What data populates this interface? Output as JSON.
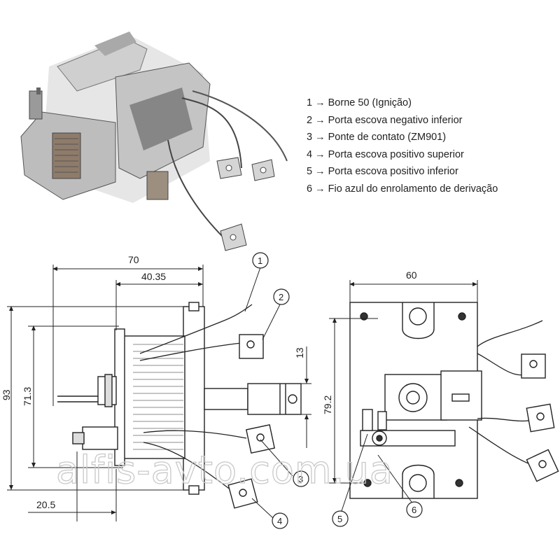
{
  "legend": {
    "items": [
      {
        "num": "1",
        "text": "Borne 50 (Ignição)"
      },
      {
        "num": "2",
        "text": "Porta escova negativo inferior"
      },
      {
        "num": "3",
        "text": "Ponte de contato (ZM901)"
      },
      {
        "num": "4",
        "text": "Porta escova positivo superior"
      },
      {
        "num": "5",
        "text": "Porta escova positivo inferior"
      },
      {
        "num": "6",
        "text": "Fio azul do enrolamento de derivação"
      }
    ],
    "arrow": "→"
  },
  "dimensions": {
    "width_total": "70",
    "width_coil": "40.35",
    "height_total": "93",
    "height_mount": "71.3",
    "offset_terminal": "20.5",
    "plunger_height": "13",
    "front_width": "60",
    "front_height": "79.2"
  },
  "callouts": [
    "1",
    "2",
    "3",
    "4",
    "5",
    "6"
  ],
  "watermark": "alfis-avto.com.ua"
}
